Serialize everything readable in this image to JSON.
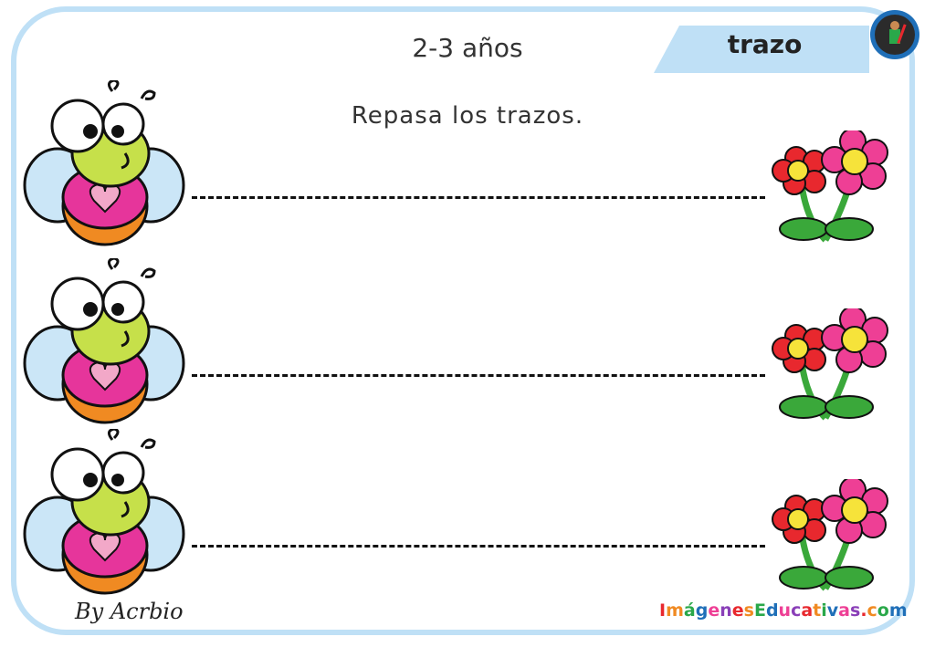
{
  "header": {
    "age_range": "2-3 años",
    "tab_label": "trazo",
    "tab_color": "#bfe0f6"
  },
  "instructions": "Repasa los trazos.",
  "rows": [
    {
      "left_image": "bee-icon",
      "right_image": "flowers-icon"
    },
    {
      "left_image": "bee-icon",
      "right_image": "flowers-icon"
    },
    {
      "left_image": "bee-icon",
      "right_image": "flowers-icon"
    }
  ],
  "footer": {
    "author": "By Acrbio",
    "website": "ImágenesEducativas.com"
  },
  "colors": {
    "frame": "#bfe0f6",
    "bee_body": "#e6359b",
    "bee_head": "#c6e04a",
    "bee_wing": "#cbe6f7",
    "bee_stripe": "#f08a22",
    "flower_red": "#e8282e",
    "flower_pink": "#ee3f95",
    "flower_center": "#f6e33a",
    "leaf": "#3aa83a"
  }
}
